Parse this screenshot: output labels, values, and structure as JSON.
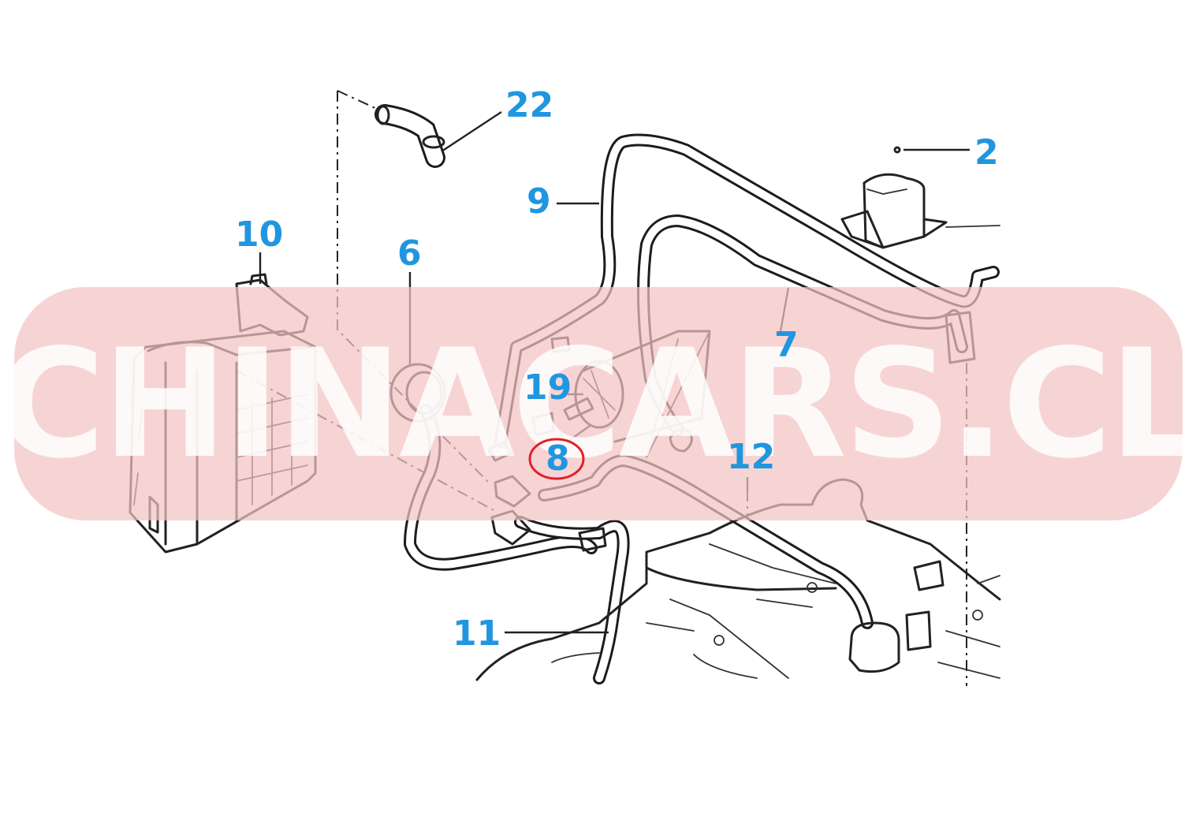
{
  "diagram": {
    "callouts": [
      {
        "id": "c22",
        "label": "22"
      },
      {
        "id": "c2",
        "label": "2"
      },
      {
        "id": "c9",
        "label": "9"
      },
      {
        "id": "c10",
        "label": "10"
      },
      {
        "id": "c6",
        "label": "6"
      },
      {
        "id": "c7",
        "label": "7"
      },
      {
        "id": "c19",
        "label": "19"
      },
      {
        "id": "c8",
        "label": "8",
        "highlighted": true
      },
      {
        "id": "c12",
        "label": "12"
      },
      {
        "id": "c11",
        "label": "11"
      }
    ],
    "watermark": {
      "text": "CHINACARS.CL"
    },
    "colors": {
      "callout": "#2196e0",
      "highlight_ring": "#e0202a",
      "watermark_band": "#f4c4c4",
      "watermark_text": "#ffffff",
      "linework": "#222222"
    }
  }
}
